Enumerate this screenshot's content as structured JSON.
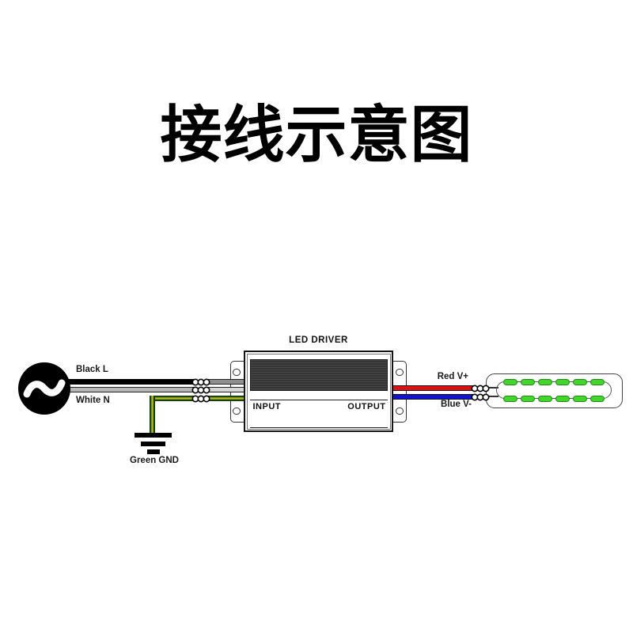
{
  "title": "接线示意图",
  "diagram": {
    "ac_source": {
      "symbol": "~",
      "line_label": "Black L",
      "neutral_label": "White N"
    },
    "ground": {
      "label": "Green GND"
    },
    "driver": {
      "name": "LED DRIVER",
      "input_label": "INPUT",
      "output_label": "OUTPUT"
    },
    "output_wires": {
      "positive_label": "Red V+",
      "negative_label": "Blue V-"
    },
    "led_module": {
      "rows": 2,
      "leds_per_row": 6
    },
    "colors": {
      "line_wire": "#000000",
      "neutral_wire": "#b8b8b8",
      "ground_green": "#2f6d1f",
      "ground_yellow": "#c4ba24",
      "positive_wire": "#dd1111",
      "negative_wire": "#1212d0",
      "led_green": "#44d42c",
      "heatsink_dark": "#3d3d3d"
    }
  }
}
